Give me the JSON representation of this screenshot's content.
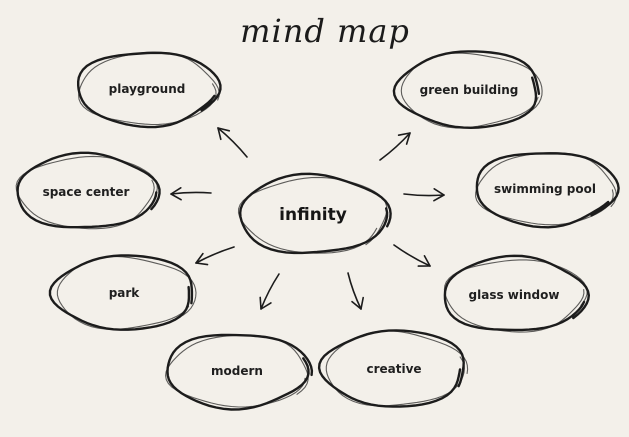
{
  "title": "mind map",
  "center": {
    "label": "infinity"
  },
  "nodes": [
    {
      "id": "playground",
      "label": "playground"
    },
    {
      "id": "green-building",
      "label": "green building"
    },
    {
      "id": "space-center",
      "label": "space center"
    },
    {
      "id": "swimming-pool",
      "label": "swimming pool"
    },
    {
      "id": "park",
      "label": "park"
    },
    {
      "id": "glass-window",
      "label": "glass window"
    },
    {
      "id": "modern",
      "label": "modern"
    },
    {
      "id": "creative",
      "label": "creative"
    }
  ],
  "edges": [
    {
      "from": "infinity",
      "to": "playground"
    },
    {
      "from": "infinity",
      "to": "green-building"
    },
    {
      "from": "infinity",
      "to": "space-center"
    },
    {
      "from": "infinity",
      "to": "swimming-pool"
    },
    {
      "from": "infinity",
      "to": "park"
    },
    {
      "from": "infinity",
      "to": "glass-window"
    },
    {
      "from": "infinity",
      "to": "modern"
    },
    {
      "from": "infinity",
      "to": "creative"
    }
  ],
  "colors": {
    "background": "#f3f0ea",
    "ink": "#1c1c1c"
  }
}
